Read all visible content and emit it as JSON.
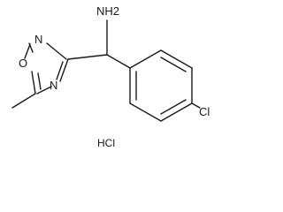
{
  "molecule": {
    "labels": {
      "amine": "NH2",
      "ring_n_top": "N",
      "ring_o": "O",
      "ring_n_bottom": "N",
      "chlorine": "Cl"
    },
    "salt": "HCl"
  }
}
